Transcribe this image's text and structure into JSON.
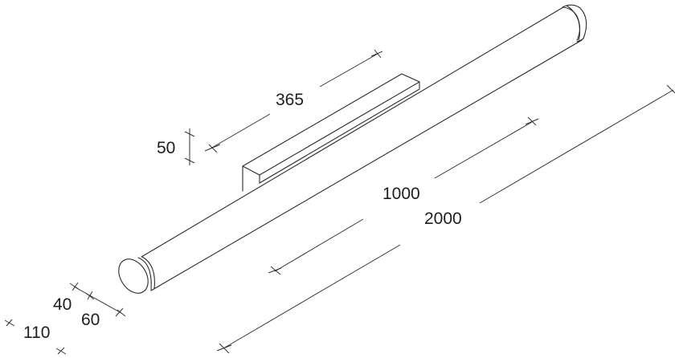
{
  "diagram": {
    "type": "technical-drawing",
    "subject": "linear tube wall light with mounting bracket (isometric view)",
    "colors": {
      "line": "#2b2b2b",
      "text": "#1e1e1e",
      "background": "#ffffff"
    },
    "dimensions": {
      "bracket_length": {
        "label": "365"
      },
      "bracket_height": {
        "label": "50"
      },
      "bracket_offset_length": {
        "label": "1000"
      },
      "total_length": {
        "label": "2000"
      },
      "bracket_depth": {
        "label": "40"
      },
      "tube_diameter": {
        "label": "60"
      },
      "projection": {
        "label": "110"
      }
    }
  }
}
